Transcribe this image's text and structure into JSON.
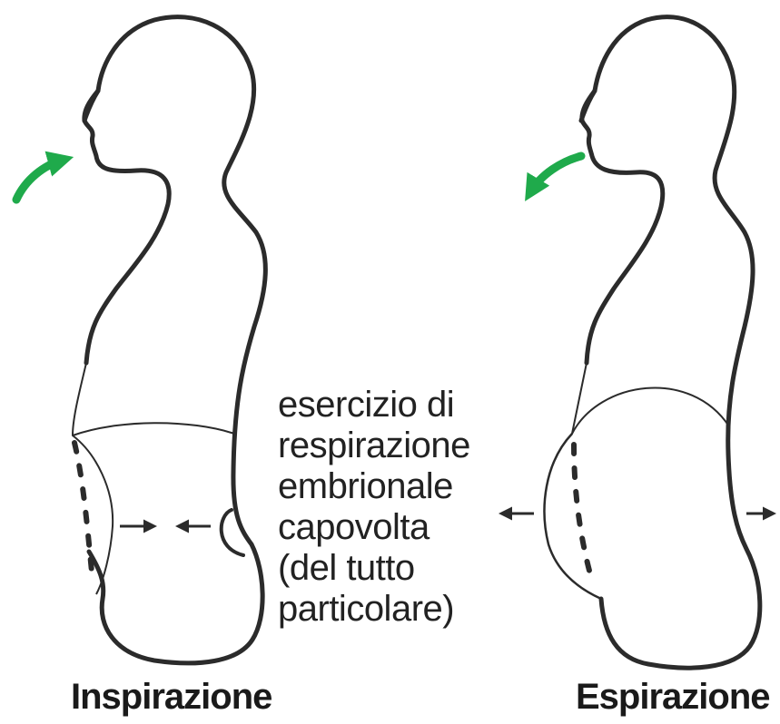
{
  "colors": {
    "outline": "#2b2b2b",
    "accent_arrow": "#1faa4b",
    "text": "#222222"
  },
  "panels": [
    {
      "caption": "Inspirazione",
      "head_arrow": "green-curved-arrow-up",
      "belly_arrows": "inward"
    },
    {
      "caption": "Espirazione",
      "head_arrow": "green-curved-arrow-down",
      "belly_arrows": "outward"
    }
  ],
  "note": {
    "lines": [
      "esercizio di",
      "respirazione",
      "embrionale",
      "capovolta",
      "(del tutto",
      "particolare)"
    ]
  }
}
